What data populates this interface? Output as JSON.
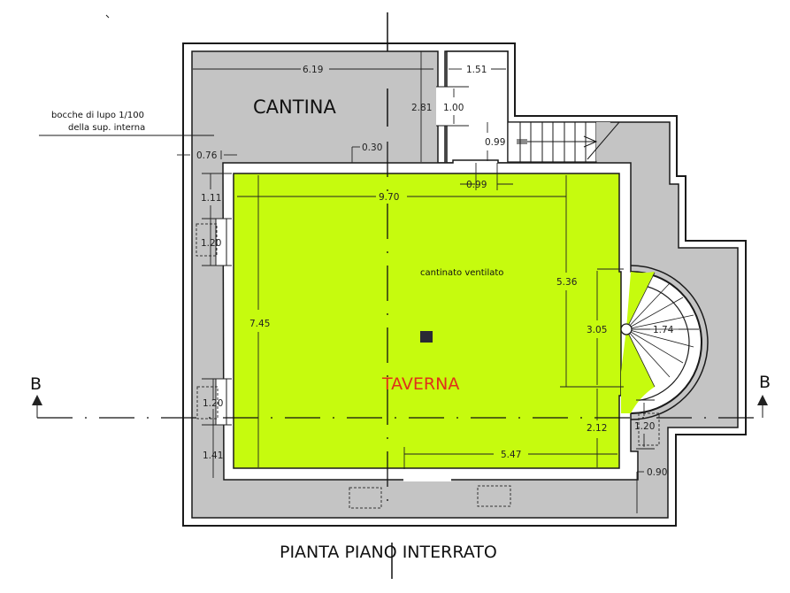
{
  "title": "PIANTA PIANO INTERRATO",
  "colors": {
    "taverna_fill": "#c6fb0e",
    "gray_fill": "#c4c4c4",
    "wall": "#1a1a1a",
    "taverna_label": "#e0301a"
  },
  "rooms": {
    "cantina": "CANTINA",
    "taverna": "TAVERNA",
    "taverna_note": "cantinato ventilato"
  },
  "note": {
    "line1": "bocche di lupo 1/100",
    "line2": "della sup. interna"
  },
  "section_markers": {
    "left": "B",
    "right": "B"
  },
  "dimensions": {
    "cantina_width": "6.19",
    "cantina_depth": "2.81",
    "stair_room_width": "1.51",
    "door_height": "1.00",
    "stair_gap": "0.99",
    "door_width": "0.99",
    "offset_030": "0.30",
    "offset_076": "0.76",
    "taverna_width": "9.70",
    "taverna_depth": "7.45",
    "left_seg_1": "1.11",
    "left_window_1": "1.20",
    "left_window_2": "1.20",
    "left_seg_3": "1.41",
    "right_upper": "5.36",
    "spiral_span": "3.05",
    "spiral_radius": "1.74",
    "right_lower": "2.12",
    "right_window": "1.20",
    "bottom_width": "5.47",
    "bottom_gap": "0.90"
  }
}
